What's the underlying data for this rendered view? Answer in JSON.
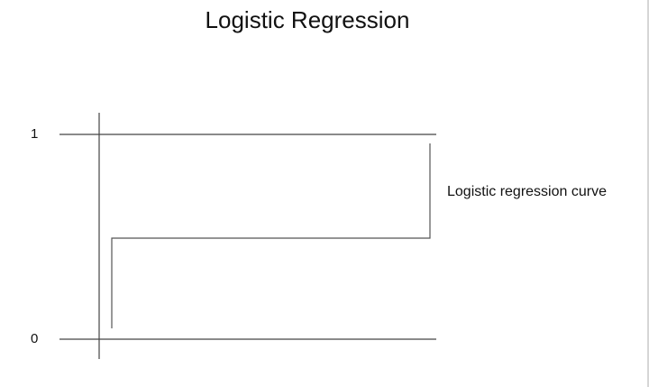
{
  "title": "Logistic Regression",
  "axis": {
    "y_tick_top": "1",
    "y_tick_bottom": "0"
  },
  "annotations": {
    "curve_label": "Logistic regression curve"
  },
  "colors": {
    "line": "#444444",
    "text": "#111111",
    "background": "#ffffff"
  }
}
